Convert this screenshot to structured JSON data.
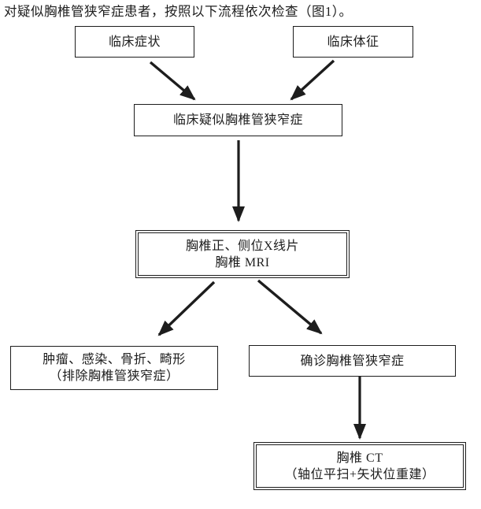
{
  "intro": {
    "text": "对疑似胸椎管狭窄症患者，按照以下流程依次检查（图1）。"
  },
  "flowchart": {
    "nodes": {
      "clinical_symptoms": {
        "label": "临床症状"
      },
      "clinical_signs": {
        "label": "临床体征"
      },
      "suspected_tss": {
        "label": "临床疑似胸椎管狭窄症"
      },
      "xray_mri": {
        "line1": "胸椎正、侧位X线片",
        "line2": "胸椎 MRI"
      },
      "differential": {
        "line1": "肿瘤、感染、骨折、畸形",
        "line2": "（排除胸椎管狭窄症）"
      },
      "confirmed_tss": {
        "label": "确诊胸椎管狭窄症"
      },
      "ct_scan": {
        "line1": "胸椎 CT",
        "line2": "（轴位平扫+矢状位重建）"
      }
    },
    "colors": {
      "ink": "#1d1d1d",
      "background": "#ffffff"
    }
  }
}
